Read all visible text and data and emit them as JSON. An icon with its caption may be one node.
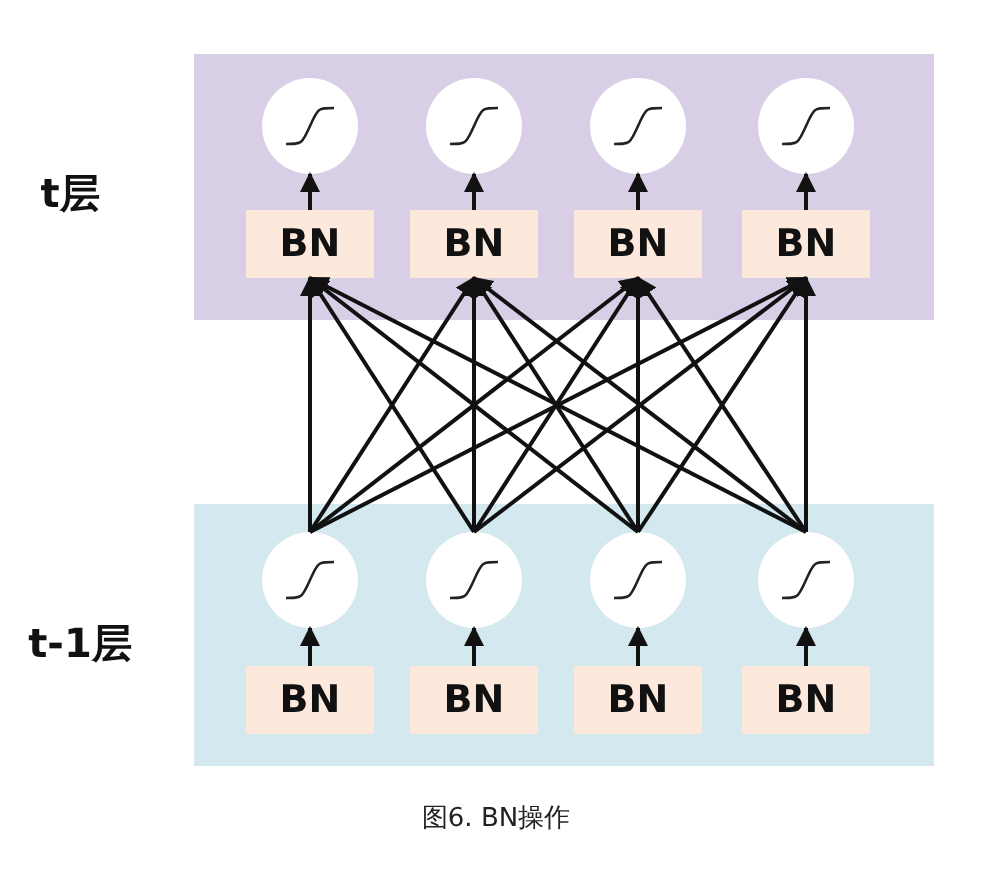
{
  "diagram": {
    "caption": "图6. BN操作",
    "nodes": [
      {
        "text": [
          "t层"
        ]
      },
      {
        "text": [],
        "shape": "circle",
        "in": 0
      },
      {
        "text": [],
        "shape": "circle",
        "in": 0
      },
      {
        "text": [],
        "shape": "circle",
        "in": 0
      },
      {
        "text": [],
        "shape": "circle",
        "in": 0
      },
      {
        "text": [
          "BN"
        ],
        "in": 0
      },
      {
        "text": [
          "BN"
        ],
        "in": 0
      },
      {
        "text": [
          "BN"
        ],
        "in": 0
      },
      {
        "text": [
          "BN"
        ],
        "in": 0
      },
      {
        "text": [
          "t-1层"
        ]
      },
      {
        "text": [],
        "shape": "circle",
        "in": 9
      },
      {
        "text": [],
        "shape": "circle",
        "in": 9
      },
      {
        "text": [],
        "shape": "circle",
        "in": 9
      },
      {
        "text": [],
        "shape": "circle",
        "in": 9
      },
      {
        "text": [
          "BN"
        ],
        "in": 9
      },
      {
        "text": [
          "BN"
        ],
        "in": 9
      },
      {
        "text": [
          "BN"
        ],
        "in": 9
      },
      {
        "text": [
          "BN"
        ],
        "in": 9
      }
    ],
    "edges": [
      {
        "from": 5,
        "to": 1,
        "arrow": "to"
      },
      {
        "from": 6,
        "to": 2,
        "arrow": "to"
      },
      {
        "from": 7,
        "to": 3,
        "arrow": "to"
      },
      {
        "from": 8,
        "to": 4,
        "arrow": "to"
      },
      {
        "from": 14,
        "to": 10,
        "arrow": "to"
      },
      {
        "from": 15,
        "to": 11,
        "arrow": "to"
      },
      {
        "from": 16,
        "to": 12,
        "arrow": "to"
      },
      {
        "from": 17,
        "to": 13,
        "arrow": "to"
      },
      {
        "from": 10,
        "to": 5,
        "arrow": "to"
      },
      {
        "from": 10,
        "to": 6,
        "arrow": "to"
      },
      {
        "from": 10,
        "to": 7,
        "arrow": "to"
      },
      {
        "from": 10,
        "to": 8,
        "arrow": "to"
      },
      {
        "from": 11,
        "to": 5,
        "arrow": "to"
      },
      {
        "from": 11,
        "to": 6,
        "arrow": "to"
      },
      {
        "from": 11,
        "to": 7,
        "arrow": "to"
      },
      {
        "from": 11,
        "to": 8,
        "arrow": "to"
      },
      {
        "from": 12,
        "to": 5,
        "arrow": "to"
      },
      {
        "from": 12,
        "to": 6,
        "arrow": "to"
      },
      {
        "from": 12,
        "to": 7,
        "arrow": "to"
      },
      {
        "from": 12,
        "to": 8,
        "arrow": "to"
      },
      {
        "from": 13,
        "to": 5,
        "arrow": "to"
      },
      {
        "from": 13,
        "to": 6,
        "arrow": "to"
      },
      {
        "from": 13,
        "to": 7,
        "arrow": "to"
      },
      {
        "from": 13,
        "to": 8,
        "arrow": "to"
      }
    ]
  }
}
